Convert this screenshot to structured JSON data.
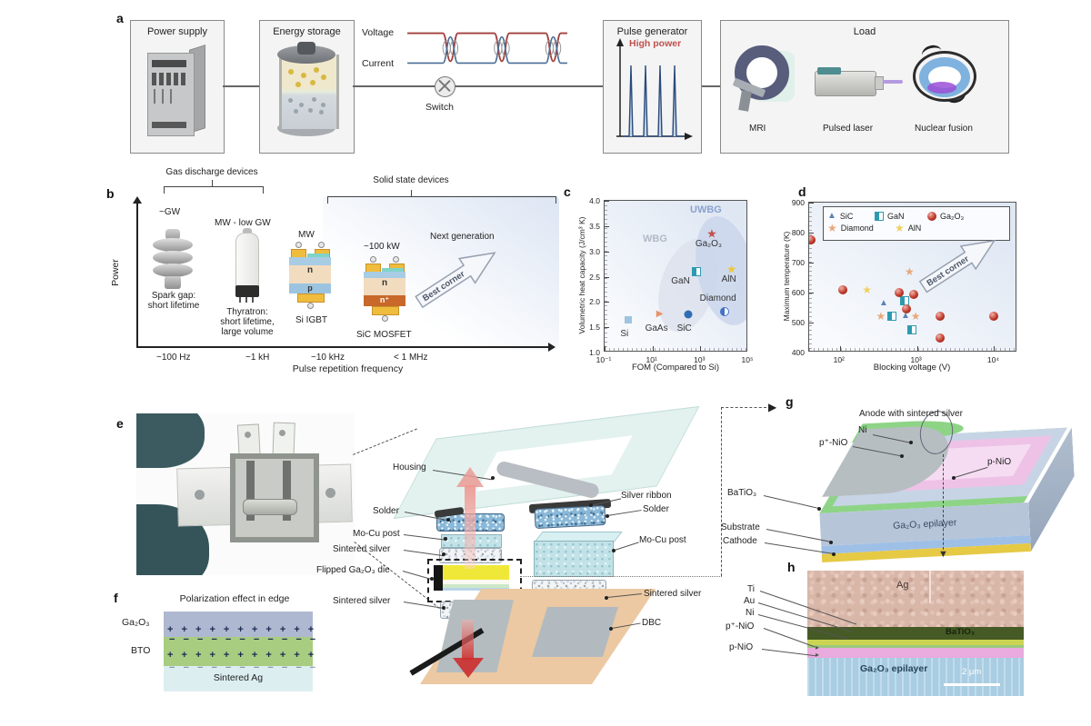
{
  "a": {
    "panel_label": "a",
    "power_supply": "Power supply",
    "energy_storage": "Energy storage",
    "voltage": "Voltage",
    "current": "Current",
    "switch": "Switch",
    "pulse_generator": "Pulse generator",
    "high_power": "High power",
    "load": "Load",
    "load_items": [
      "MRI",
      "Pulsed laser",
      "Nuclear fusion"
    ]
  },
  "b": {
    "panel_label": "b",
    "ylabel": "Power",
    "xlabel": "Pulse repetition frequency",
    "xticks": [
      "~100 Hz",
      "~1 kH",
      "~10 kHz",
      "< 1 MHz"
    ],
    "gas_group": "Gas discharge devices",
    "solid_group": "Solid state devices",
    "spark_power": "~GW",
    "spark_line1": "Spark gap:",
    "spark_line2": "short lifetime",
    "thyratron_power": "MW - low GW",
    "thyratron_line1": "Thyratron:",
    "thyratron_line2": "short lifetime,",
    "thyratron_line3": "large volume",
    "igbt_power": "MW",
    "igbt_name": "Si IGBT",
    "igbt_n": "n",
    "igbt_p": "p",
    "mosfet_power": "~100 kW",
    "mosfet_name": "SiC MOSFET",
    "mosfet_n": "n",
    "mosfet_nplus": "n⁺",
    "next_generation": "Next generation",
    "best_corner": "Best corner"
  },
  "e": {
    "panel_label": "e",
    "housing": "Housing",
    "solder_left": "Solder",
    "mocu_left": "Mo-Cu post",
    "sintered_left": "Sintered silver",
    "die": "Flipped Ga₂O₃ die",
    "sintered_bottom": "Sintered silver",
    "silver_ribbon": "Silver ribbon",
    "solder_right": "Solder",
    "mocu_right": "Mo-Cu post",
    "sintered_right": "Sintered silver",
    "dbc": "DBC"
  },
  "f": {
    "panel_label": "f",
    "title": "Polarization effect in edge",
    "layer1": "Ga₂O₃",
    "layer2": "BTO",
    "layer3": "Sintered Ag",
    "plus_row": "+ + + + + + + + + + +",
    "minus_row": "− − − − − − − − − − −"
  },
  "g": {
    "panel_label": "g",
    "anode": "Anode with sintered silver",
    "ni": "Ni",
    "p_plus_nio": "p⁺-NiO",
    "p_nio": "p-NiO",
    "batio3": "BaTiO₃",
    "substrate": "Substrate",
    "cathode": "Cathode",
    "epilayer": "Ga₂O₃ epilayer"
  },
  "h": {
    "panel_label": "h",
    "ti": "Ti",
    "au": "Au",
    "ni": "Ni",
    "p_plus_nio": "p⁺-NiO",
    "p_nio": "p-NiO",
    "ag": "Ag",
    "batio3": "BaTiO₃",
    "epilayer": "Ga₂O₃ epilayer",
    "scalebar": "2 μm"
  },
  "chart_data": [
    {
      "id": "c",
      "type": "scatter",
      "panel_label": "c",
      "xlabel": "FOM (Compared to Si)",
      "ylabel": "Volumetric heat capacity (J/cm³ K)",
      "xscale": "log",
      "xlim": [
        0.1,
        100000
      ],
      "ylim": [
        1.0,
        4.0
      ],
      "grid": false,
      "xticks": [
        {
          "v": 0.1,
          "label": "10⁻¹"
        },
        {
          "v": 10,
          "label": "10¹"
        },
        {
          "v": 1000,
          "label": "10³"
        },
        {
          "v": 100000,
          "label": "10⁵"
        }
      ],
      "yticks": [
        {
          "v": 1.0,
          "label": "1.0"
        },
        {
          "v": 1.5,
          "label": "1.5"
        },
        {
          "v": 2.0,
          "label": "2.0"
        },
        {
          "v": 2.5,
          "label": "2.5"
        },
        {
          "v": 3.0,
          "label": "3.0"
        },
        {
          "v": 3.5,
          "label": "3.5"
        },
        {
          "v": 4.0,
          "label": "4.0"
        }
      ],
      "regions": [
        {
          "label": "WBG"
        },
        {
          "label": "UWBG"
        }
      ],
      "points": [
        {
          "name": "Si",
          "x": 1,
          "y": 1.65,
          "marker": "square",
          "color": "#9fc4de",
          "label_dx": -9,
          "label_dy": 10
        },
        {
          "name": "GaAs",
          "x": 20,
          "y": 1.75,
          "marker": "triangle-right",
          "color": "#e8946a",
          "label_dx": -16,
          "label_dy": 10
        },
        {
          "name": "SiC",
          "x": 300,
          "y": 1.75,
          "marker": "circle",
          "color": "#2e6db4",
          "label_dx": -12,
          "label_dy": 10
        },
        {
          "name": "GaN",
          "x": 700,
          "y": 2.6,
          "marker": "half-square",
          "color": "#2e9ab0",
          "label_dx": -28,
          "label_dy": 5
        },
        {
          "name": "Ga₂O₃",
          "x": 3000,
          "y": 3.35,
          "marker": "star",
          "color": "#c0504d",
          "label_dx": -18,
          "label_dy": 6
        },
        {
          "name": "AlN",
          "x": 20000,
          "y": 2.65,
          "marker": "star",
          "color": "#e8c93e",
          "label_dx": -11,
          "label_dy": 6
        },
        {
          "name": "Diamond",
          "x": 10000,
          "y": 1.8,
          "marker": "half-circle",
          "color": "#4472c4",
          "label_dx": -27,
          "label_dy": -20
        }
      ]
    },
    {
      "id": "d",
      "type": "scatter",
      "panel_label": "d",
      "xlabel": "Blocking voltage (V)",
      "ylabel": "Maximum temperature (K)",
      "xscale": "log",
      "xlim": [
        40,
        20000
      ],
      "ylim": [
        400,
        900
      ],
      "grid": false,
      "legend_position": "top",
      "xticks": [
        {
          "v": 100,
          "label": "10²"
        },
        {
          "v": 1000,
          "label": "10³"
        },
        {
          "v": 10000,
          "label": "10⁴"
        }
      ],
      "yticks": [
        {
          "v": 400,
          "label": "400"
        },
        {
          "v": 500,
          "label": "500"
        },
        {
          "v": 600,
          "label": "600"
        },
        {
          "v": 700,
          "label": "700"
        },
        {
          "v": 800,
          "label": "800"
        },
        {
          "v": 900,
          "label": "900"
        }
      ],
      "legend": [
        {
          "name": "SiC",
          "marker": "triangle",
          "color": "#5b82b8"
        },
        {
          "name": "GaN",
          "marker": "half-square",
          "color": "#2e9ab0"
        },
        {
          "name": "Ga₂O₃",
          "marker": "sphere",
          "color": "#c0392b"
        },
        {
          "name": "Diamond",
          "marker": "star",
          "color": "#e8a87c"
        },
        {
          "name": "AlN",
          "marker": "star",
          "color": "#f0d060"
        }
      ],
      "series": [
        {
          "name": "SiC",
          "marker": "triangle",
          "color": "#5b82b8",
          "points": [
            [
              370,
              565
            ],
            [
              710,
              520
            ]
          ]
        },
        {
          "name": "GaN",
          "marker": "half-square",
          "color": "#2e9ab0",
          "points": [
            [
              475,
              520
            ],
            [
              690,
              573
            ],
            [
              850,
              475
            ]
          ]
        },
        {
          "name": "Ga₂O₃",
          "marker": "sphere",
          "color": "#c0392b",
          "points": [
            [
              42,
              775
            ],
            [
              110,
              610
            ],
            [
              590,
              600
            ],
            [
              900,
              595
            ],
            [
              730,
              545
            ],
            [
              2000,
              520
            ],
            [
              2000,
              450
            ],
            [
              10000,
              520
            ]
          ]
        },
        {
          "name": "Diamond",
          "marker": "star",
          "color": "#e8a87c",
          "points": [
            [
              340,
              520
            ],
            [
              800,
              670
            ],
            [
              960,
              520
            ]
          ]
        },
        {
          "name": "AlN",
          "marker": "star",
          "color": "#f0d060",
          "points": [
            [
              225,
              608
            ]
          ]
        }
      ],
      "best_corner": "Best corner"
    }
  ]
}
